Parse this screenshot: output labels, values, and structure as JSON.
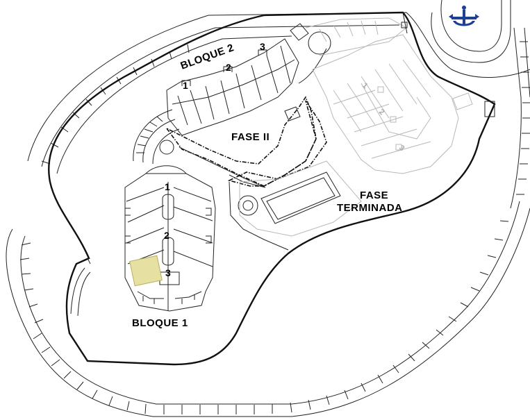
{
  "labels": {
    "bloque_1": "BLOQUE 1",
    "bloque_2": "BLOQUE 2",
    "fase_ii": "FASE II",
    "fase_terminada_line1": "FASE",
    "fase_terminada_line2": "TERMINADA"
  },
  "bloque_1_stairs": [
    "1",
    "2",
    "3"
  ],
  "bloque_2_stairs": [
    "1",
    "2",
    "3"
  ],
  "fase_terminada_stairs": [
    "1",
    "2",
    "3"
  ],
  "colors": {
    "line": "#111111",
    "finished_phase": "#b8b8b8",
    "highlight_unit": "#e6e0a2",
    "compass": "#1f3f95"
  },
  "icons": {
    "compass": "anchor-compass-icon"
  }
}
